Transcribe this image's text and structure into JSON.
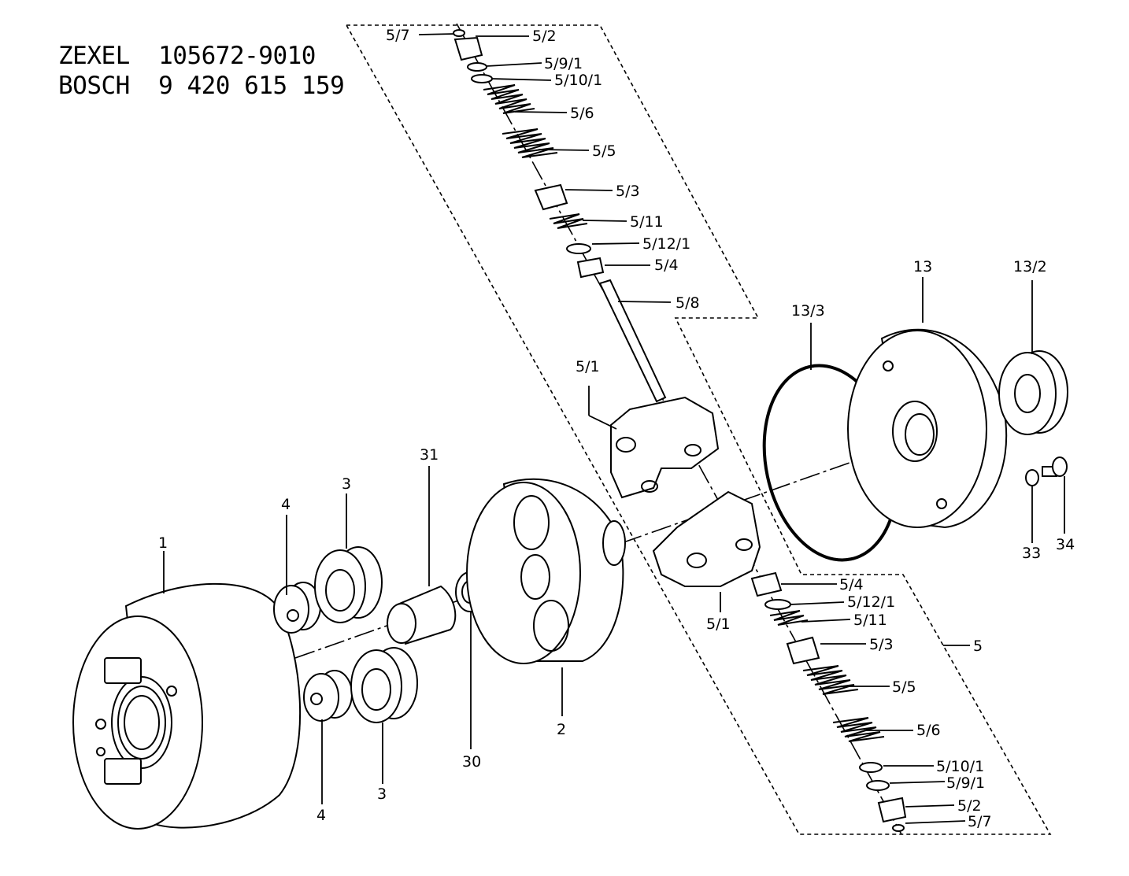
{
  "header": {
    "zexel": "ZEXEL  105672-9010",
    "bosch": "BOSCH  9 420 615 159"
  },
  "callouts": {
    "c_5_7_top": "5/7",
    "c_5_2_top": "5/2",
    "c_5_9_1_top": "5/9/1",
    "c_5_10_1_top": "5/10/1",
    "c_5_6_top": "5/6",
    "c_5_5_top": "5/5",
    "c_5_3_top": "5/3",
    "c_5_11_top": "5/11",
    "c_5_12_1_top": "5/12/1",
    "c_5_4_top": "5/4",
    "c_5_8": "5/8",
    "c_5_1_upper": "5/1",
    "c_13_3": "13/3",
    "c_13": "13",
    "c_13_2": "13/2",
    "c_33": "33",
    "c_34": "34",
    "c_31": "31",
    "c_4_top": "4",
    "c_3_top": "3",
    "c_1": "1",
    "c_30": "30",
    "c_2": "2",
    "c_4_bottom": "4",
    "c_3_bottom": "3",
    "c_5_1_lower": "5/1",
    "c_5_4_bot": "5/4",
    "c_5_12_1_bot": "5/12/1",
    "c_5_11_bot": "5/11",
    "c_5_3_bot": "5/3",
    "c_5": "5",
    "c_5_5_bot": "5/5",
    "c_5_6_bot": "5/6",
    "c_5_10_1_bot": "5/10/1",
    "c_5_9_1_bot": "5/9/1",
    "c_5_2_bot": "5/2",
    "c_5_7_bot": "5/7"
  }
}
